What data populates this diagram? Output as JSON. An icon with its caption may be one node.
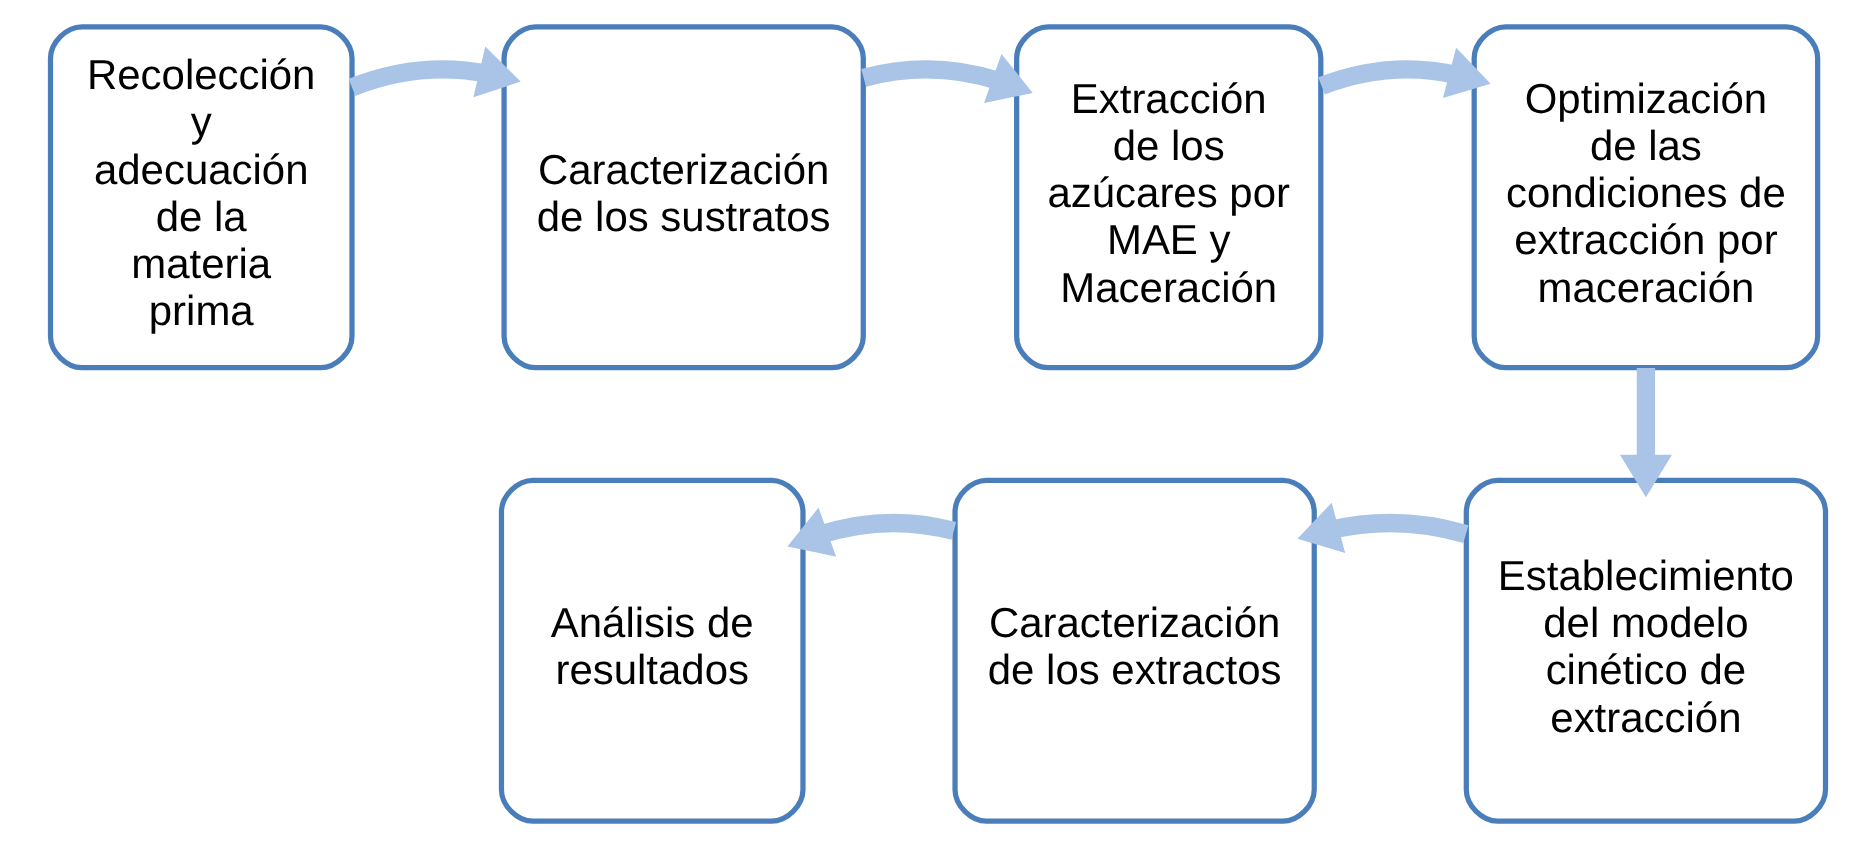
{
  "diagram": {
    "nodes": [
      {
        "text": [
          "Recolección y adecuación de la materia prima"
        ]
      },
      {
        "text": [
          "Caracterización de los sustratos"
        ]
      },
      {
        "text": [
          "Extracción de los azúcares por MAE y Maceración"
        ]
      },
      {
        "text": [
          "Optimización de las condiciones de extracción por maceración"
        ]
      },
      {
        "text": [
          "Establecimiento del modelo cinético de extracción"
        ]
      },
      {
        "text": [
          "Caracterización de los extractos"
        ]
      },
      {
        "text": [
          "Análisis de resultados"
        ]
      }
    ],
    "edges": [
      {
        "from": 0,
        "to": 1,
        "arrow": "to"
      },
      {
        "from": 1,
        "to": 2,
        "arrow": "to"
      },
      {
        "from": 2,
        "to": 3,
        "arrow": "to"
      },
      {
        "from": 3,
        "to": 4,
        "arrow": "to"
      },
      {
        "from": 4,
        "to": 5,
        "arrow": "to"
      },
      {
        "from": 5,
        "to": 6,
        "arrow": "to"
      }
    ]
  }
}
